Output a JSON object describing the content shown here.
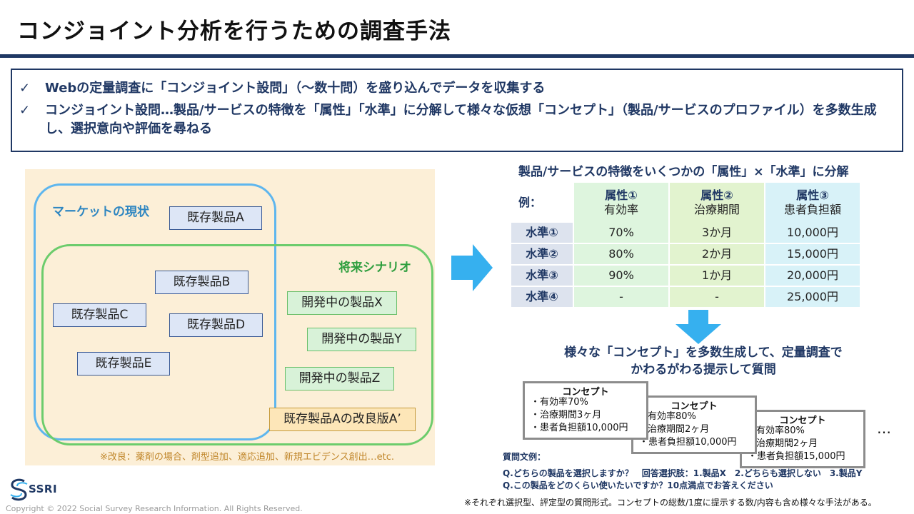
{
  "page": {
    "title": "コンジョイント分析を行うための調査手法"
  },
  "summary": {
    "bullet1": "Webの定量調査に「コンジョイント設問」（～数十問）を盛り込んでデータを収集する",
    "bullet2": "コンジョイント設問…製品/サービスの特徴を「属性」「水準」に分解して様々な仮想「コンセプト」（製品/サービスのプロファイル）を多数生成し、選択意向や評価を尋ねる",
    "check_symbol": "✓"
  },
  "venn": {
    "market_label": "マーケットの現状",
    "future_label": "将来シナリオ",
    "existing": {
      "a": "既存製品A",
      "b": "既存製品B",
      "c": "既存製品C",
      "d": "既存製品D",
      "e": "既存製品E"
    },
    "development": {
      "x": "開発中の製品X",
      "y": "開発中の製品Y",
      "z": "開発中の製品Z"
    },
    "improved": "既存製品Aの改良版A’",
    "note": "※改良：薬剤の場合、剤型追加、適応追加、新規エビデンス創出…etc."
  },
  "attributes": {
    "title": "製品/サービスの特徴をいくつかの「属性」×「水準」に分解",
    "example_label": "例：",
    "headers": [
      {
        "name": "属性①",
        "desc": "有効率"
      },
      {
        "name": "属性②",
        "desc": "治療期間"
      },
      {
        "name": "属性③",
        "desc": "患者負担額"
      }
    ],
    "levels": [
      {
        "label": "水準①",
        "v1": "70%",
        "v2": "3か月",
        "v3": "10,000円"
      },
      {
        "label": "水準②",
        "v1": "80%",
        "v2": "2か月",
        "v3": "15,000円"
      },
      {
        "label": "水準③",
        "v1": "90%",
        "v2": "1か月",
        "v3": "20,000円"
      },
      {
        "label": "水準④",
        "v1": "-",
        "v2": "-",
        "v3": "25,000円"
      }
    ]
  },
  "concepts": {
    "title_line1": "様々な「コンセプト」を多数生成して、定量調査で",
    "title_line2": "かわるがわる提示して質問",
    "cards": [
      {
        "title": "コンセプト",
        "l1": "・有効率70%",
        "l2": "・治療期間3ヶ月",
        "l3": "・患者負担額10,000円"
      },
      {
        "title": "コンセプト",
        "l1": "有効率80%",
        "l2": "治療期間2ヶ月",
        "l3": "・患者負担額10,000円"
      },
      {
        "title": "コンセプト",
        "l1": "有効率80%",
        "l2": "治療期間2ヶ月",
        "l3": "・患者負担額15,000円"
      }
    ],
    "ellipsis": "…"
  },
  "questions": {
    "label": "質問文例：",
    "q1": "Q.どちらの製品を選択しますか？　回答選択肢：1.製品X　2.どちらも選択しない　3.製品Y",
    "q2": "Q.この製品をどのくらい使いたいですか？10点満点でお答えください"
  },
  "footnote": "※それぞれ選択型、評定型の質問形式。コンセプトの総数/1度に提示する数/内容も含め様々な手法がある。",
  "brand": {
    "logo_text": "SSRI",
    "copyright": "Copyright © 2022 Social Survey Research Information. All Rights Reserved."
  },
  "colors": {
    "navy": "#203864",
    "arrow_blue": "#36b0ef",
    "market_ring": "#5eb6ee",
    "future_ring": "#6ccc6c"
  }
}
